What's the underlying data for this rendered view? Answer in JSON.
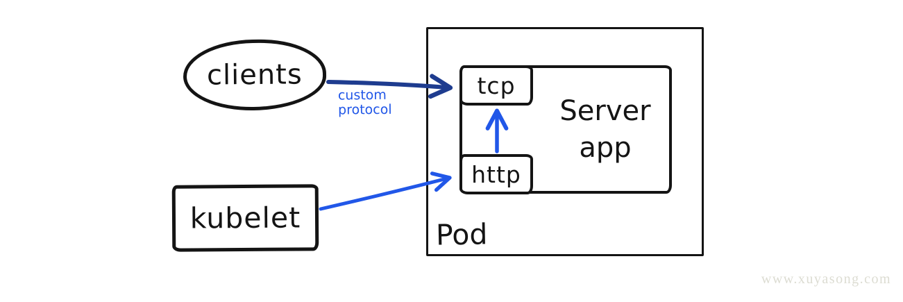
{
  "diagram": {
    "type": "hand-drawn architecture diagram",
    "nodes": [
      {
        "id": "clients",
        "label": "clients",
        "shape": "ellipse"
      },
      {
        "id": "kubelet",
        "label": "kubelet",
        "shape": "rectangle"
      },
      {
        "id": "pod",
        "label": "Pod",
        "shape": "rectangle"
      },
      {
        "id": "server-app",
        "label": "Server app",
        "shape": "rectangle"
      },
      {
        "id": "tcp-port",
        "label": "tcp",
        "shape": "rectangle"
      },
      {
        "id": "http-port",
        "label": "http",
        "shape": "rectangle"
      }
    ],
    "edges": [
      {
        "from": "clients",
        "to": "tcp-port",
        "label": "custom protocol",
        "color": "#1e3c8f"
      },
      {
        "from": "kubelet",
        "to": "http-port",
        "label": "",
        "color": "#2157e8"
      },
      {
        "from": "http-port",
        "to": "tcp-port",
        "label": "",
        "color": "#2157e8"
      }
    ],
    "watermark": "www.xuyasong.com"
  },
  "colors": {
    "ink": "#141414",
    "arrow_dark": "#1e3c8f",
    "arrow_bright": "#2157e8",
    "edge_label": "#2157e8",
    "watermark": "#dcdcd2",
    "background": "#ffffff"
  }
}
